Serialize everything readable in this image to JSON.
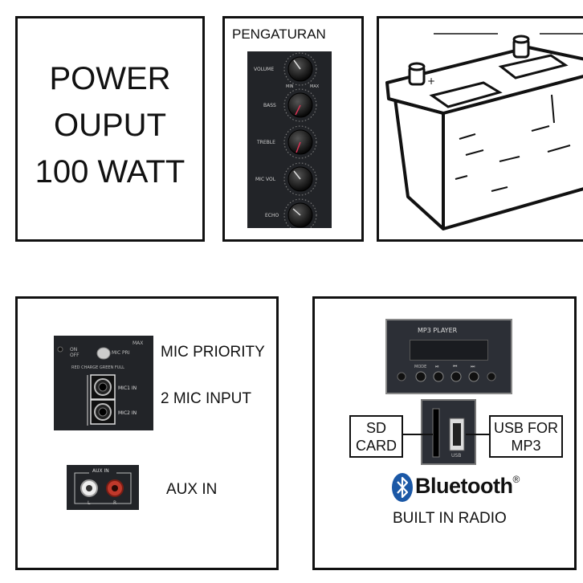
{
  "power": {
    "line1": "POWER",
    "line2": "OUPUT",
    "line3": "100 WATT"
  },
  "settings": {
    "title": "PENGATURAN",
    "knobs": [
      "VOLUME",
      "BASS",
      "TREBLE",
      "MIC VOL",
      "ECHO"
    ],
    "min_label": "MIN",
    "max_label": "MAX"
  },
  "mic": {
    "priority_label": "MIC PRIORITY",
    "input_label": "2 MIC INPUT",
    "panel_on_off": "ON OFF",
    "panel_mic_pri": "MIC PRI",
    "panel_max": "MAX",
    "panel_charge": "RED CHARGE   GREEN FULL",
    "mic1": "MIC1 IN",
    "mic2": "MIC2 IN"
  },
  "aux": {
    "label": "AUX IN",
    "panel_label": "AUX IN",
    "l": "L",
    "r": "R"
  },
  "mp3": {
    "player_label": "MP3 PLAYER",
    "buttons": [
      "MODE",
      "⏯",
      "⏮",
      "⏭"
    ],
    "usb_text": "USB",
    "sd_label_1": "SD",
    "sd_label_2": "CARD",
    "usb_label_1": "USB FOR",
    "usb_label_2": "MP3",
    "bluetooth": "Bluetooth",
    "registered": "®",
    "radio": "BUILT IN RADIO"
  },
  "colors": {
    "border": "#111111",
    "panel": "#222428",
    "red_jack": "#c0392b"
  }
}
